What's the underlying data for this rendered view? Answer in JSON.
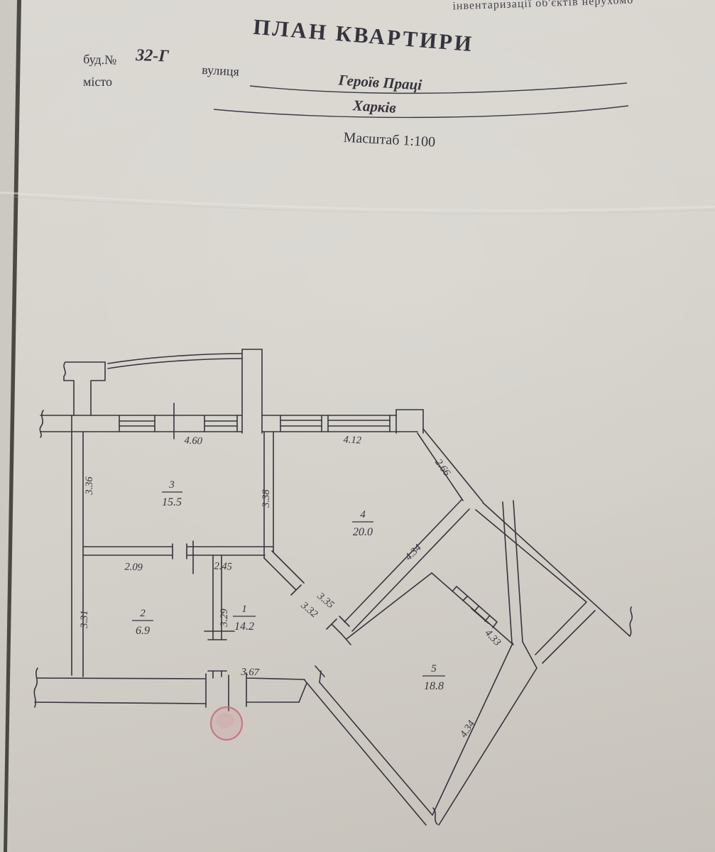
{
  "document": {
    "letterhead_fragment": "інвентаризації об'єктів нерухомо",
    "title": "ПЛАН КВАРТИРИ",
    "building_label": "буд.№",
    "building_number": "32-Г",
    "street_label": "вулиця",
    "street_value": "Героїв Праці",
    "city_label": "місто",
    "city_value": "Харків",
    "scale_label": "Масштаб 1:100"
  },
  "plan": {
    "rooms": [
      {
        "number": "1",
        "area": "14.2"
      },
      {
        "number": "2",
        "area": "6.9"
      },
      {
        "number": "3",
        "area": "15.5"
      },
      {
        "number": "4",
        "area": "20.0"
      },
      {
        "number": "5",
        "area": "18.8"
      }
    ],
    "dimensions": {
      "room3_width": "4.60",
      "room4_width": "4.12",
      "hall_diagonal": "2.66",
      "room3_left": "3.36",
      "room3_right": "3.38",
      "room4_diagonal": "4.34",
      "room2_width": "2.09",
      "room1_top": "2.45",
      "room2_left": "3.31",
      "room1_left": "3.29",
      "room1_diag_a": "3.35",
      "room1_diag_b": "3.32",
      "room1_bottom": "3.67",
      "room5_top": "4.33",
      "room5_bottom": "4.34"
    }
  },
  "colors": {
    "ink": "#35343c",
    "stamp": "#c56b7c"
  }
}
